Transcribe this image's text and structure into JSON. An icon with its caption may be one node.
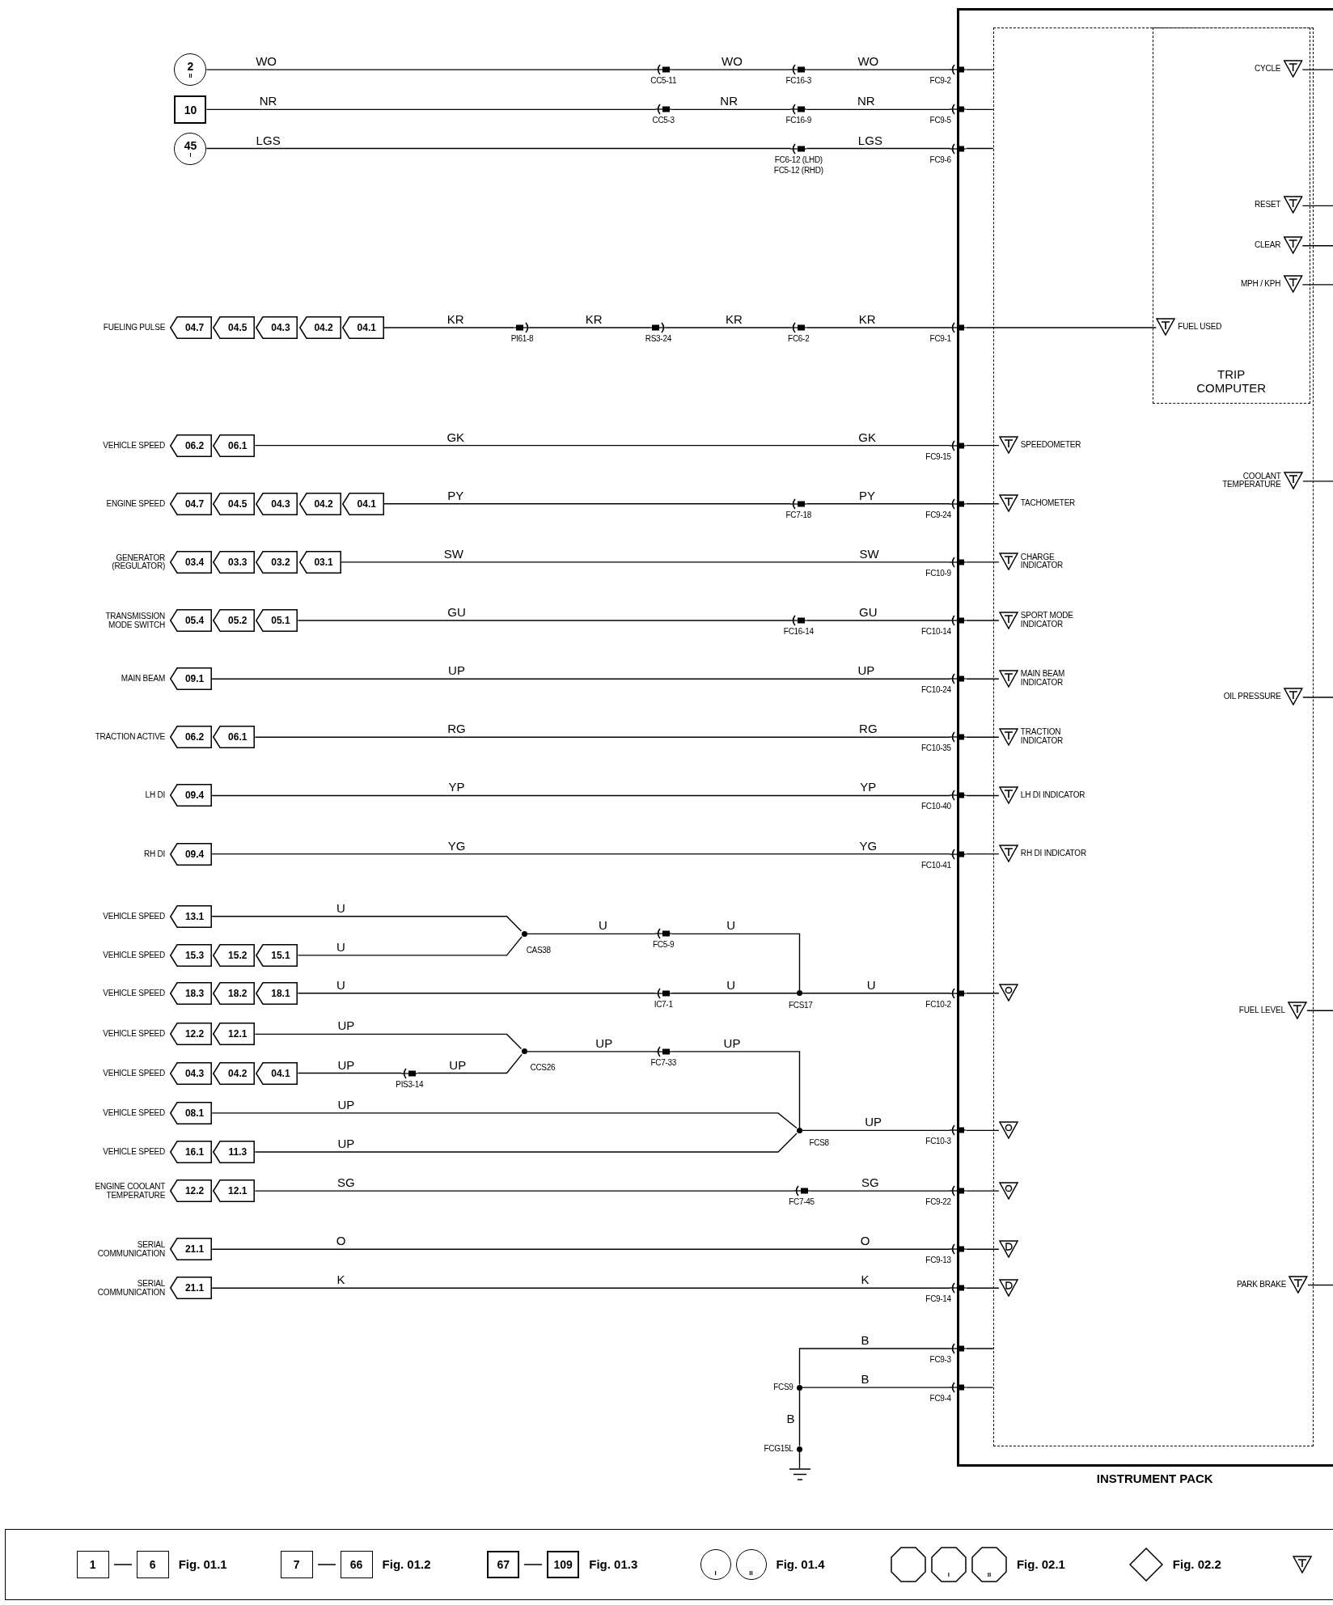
{
  "diagram": {
    "nodes": [
      {
        "text": [
          "INSTRUMENT PACK"
        ]
      },
      {
        "text": [],
        "shape": "box",
        "in": 0
      },
      {
        "text": [
          "TRIP COMPUTER"
        ],
        "in": 1
      },
      {
        "text": [
          "CYCLE"
        ],
        "in": 2
      },
      {
        "text": [
          "RESET"
        ],
        "in": 2
      },
      {
        "text": [
          "CLEAR"
        ],
        "in": 2
      },
      {
        "text": [
          "MPH / KPH"
        ],
        "in": 2
      },
      {
        "text": [
          "FUEL USED"
        ],
        "in": 2
      },
      {
        "text": [
          "COOLANT TEMPERATURE"
        ],
        "in": 1
      },
      {
        "text": [
          "OIL PRESSURE"
        ],
        "in": 1
      },
      {
        "text": [
          "FUEL LEVEL"
        ],
        "in": 1
      },
      {
        "text": [
          "PARK BRAKE"
        ],
        "in": 1
      },
      {
        "text": [
          "SPEEDOMETER"
        ],
        "in": 1
      },
      {
        "text": [
          "TACHOMETER"
        ],
        "in": 1
      },
      {
        "text": [
          "CHARGE INDICATOR"
        ],
        "in": 1
      },
      {
        "text": [
          "SPORT MODE INDICATOR"
        ],
        "in": 1
      },
      {
        "text": [
          "MAIN BEAM INDICATOR"
        ],
        "in": 1
      },
      {
        "text": [
          "TRACTION INDICATOR"
        ],
        "in": 1
      },
      {
        "text": [
          "LH DI INDICATOR"
        ],
        "in": 1
      },
      {
        "text": [
          "RH DI INDICATOR"
        ],
        "in": 1
      },
      {
        "text": [],
        "shape": "triangle",
        "in": 1
      },
      {
        "text": [],
        "shape": "triangle",
        "in": 1
      },
      {
        "text": [],
        "shape": "triangle",
        "in": 1
      },
      {
        "text": [],
        "shape": "triangle",
        "in": 1
      },
      {
        "text": [],
        "shape": "triangle",
        "in": 1
      },
      {
        "text": [],
        "shape": "connector",
        "beside": [
          "FC9-2"
        ]
      },
      {
        "text": [],
        "shape": "connector",
        "beside": [
          "FC9-5"
        ]
      },
      {
        "text": [],
        "shape": "connector",
        "beside": [
          "FC9-6"
        ]
      },
      {
        "text": [],
        "shape": "connector",
        "beside": [
          "FC9-1"
        ]
      },
      {
        "text": [],
        "shape": "connector",
        "beside": [
          "FC9-15"
        ]
      },
      {
        "text": [],
        "shape": "connector",
        "beside": [
          "FC9-24"
        ]
      },
      {
        "text": [],
        "shape": "connector",
        "beside": [
          "FC10-9"
        ]
      },
      {
        "text": [],
        "shape": "connector",
        "beside": [
          "FC10-14"
        ]
      },
      {
        "text": [],
        "shape": "connector",
        "beside": [
          "FC10-24"
        ]
      },
      {
        "text": [],
        "shape": "connector",
        "beside": [
          "FC10-35"
        ]
      },
      {
        "text": [],
        "shape": "connector",
        "beside": [
          "FC10-40"
        ]
      },
      {
        "text": [],
        "shape": "connector",
        "beside": [
          "FC10-41"
        ]
      },
      {
        "text": [],
        "shape": "connector",
        "beside": [
          "FC10-2"
        ]
      },
      {
        "text": [],
        "shape": "connector",
        "beside": [
          "FC10-3"
        ]
      },
      {
        "text": [],
        "shape": "connector",
        "beside": [
          "FC9-22"
        ]
      },
      {
        "text": [],
        "shape": "connector",
        "beside": [
          "FC9-13"
        ]
      },
      {
        "text": [],
        "shape": "connector",
        "beside": [
          "FC9-14"
        ]
      },
      {
        "text": [],
        "shape": "connector",
        "beside": [
          "FC9-3"
        ]
      },
      {
        "text": [],
        "shape": "connector",
        "beside": [
          "FC9-4"
        ]
      },
      {
        "text": [
          "2",
          "II"
        ]
      },
      {
        "text": [],
        "shape": "connector",
        "beside": [
          "CC5-11"
        ]
      },
      {
        "text": [],
        "shape": "connector",
        "beside": [
          "FC16-3"
        ]
      },
      {
        "text": [
          "10"
        ]
      },
      {
        "text": [],
        "shape": "connector",
        "beside": [
          "CC5-3"
        ]
      },
      {
        "text": [],
        "shape": "connector",
        "beside": [
          "FC16-9"
        ]
      },
      {
        "text": [
          "45",
          "I"
        ]
      },
      {
        "text": [],
        "shape": "connector",
        "beside": [
          "FC6-12 (LHD)",
          "FC5-12 (RHD)"
        ]
      },
      {
        "text": [
          "04.7"
        ],
        "beside": [
          "FUELING PULSE"
        ]
      },
      {
        "text": [
          "04.5"
        ]
      },
      {
        "text": [
          "04.3"
        ]
      },
      {
        "text": [
          "04.2"
        ]
      },
      {
        "text": [
          "04.1"
        ]
      },
      {
        "text": [],
        "shape": "connector",
        "beside": [
          "PI61-8"
        ]
      },
      {
        "text": [],
        "shape": "connector",
        "beside": [
          "RS3-24"
        ]
      },
      {
        "text": [],
        "shape": "connector",
        "beside": [
          "FC6-2"
        ]
      },
      {
        "text": [
          "06.2"
        ],
        "beside": [
          "VEHICLE SPEED"
        ]
      },
      {
        "text": [
          "06.1"
        ]
      },
      {
        "text": [
          "04.7"
        ],
        "beside": [
          "ENGINE SPEED"
        ]
      },
      {
        "text": [
          "04.5"
        ]
      },
      {
        "text": [
          "04.3"
        ]
      },
      {
        "text": [
          "04.2"
        ]
      },
      {
        "text": [
          "04.1"
        ]
      },
      {
        "text": [],
        "shape": "connector",
        "beside": [
          "FC7-18"
        ]
      },
      {
        "text": [
          "03.4"
        ],
        "beside": [
          "GENERATOR (REGULATOR)"
        ]
      },
      {
        "text": [
          "03.3"
        ]
      },
      {
        "text": [
          "03.2"
        ]
      },
      {
        "text": [
          "03.1"
        ]
      },
      {
        "text": [
          "05.4"
        ],
        "beside": [
          "TRANSMISSION MODE SWITCH"
        ]
      },
      {
        "text": [
          "05.2"
        ]
      },
      {
        "text": [
          "05.1"
        ]
      },
      {
        "text": [],
        "shape": "connector",
        "beside": [
          "FC16-14"
        ]
      },
      {
        "text": [
          "09.1"
        ],
        "beside": [
          "MAIN BEAM"
        ]
      },
      {
        "text": [
          "06.2"
        ],
        "beside": [
          "TRACTION ACTIVE"
        ]
      },
      {
        "text": [
          "06.1"
        ]
      },
      {
        "text": [
          "09.4"
        ],
        "beside": [
          "LH DI"
        ]
      },
      {
        "text": [
          "09.4"
        ],
        "beside": [
          "RH DI"
        ]
      },
      {
        "text": [
          "13.1"
        ],
        "beside": [
          "VEHICLE SPEED"
        ]
      },
      {
        "text": [
          "15.3"
        ],
        "beside": [
          "VEHICLE SPEED"
        ]
      },
      {
        "text": [
          "15.2"
        ]
      },
      {
        "text": [
          "15.1"
        ]
      },
      {
        "text": [],
        "shape": "dot",
        "beside": [
          "CAS38"
        ]
      },
      {
        "text": [],
        "shape": "connector",
        "beside": [
          "FC5-9"
        ]
      },
      {
        "text": [
          "18.3"
        ],
        "beside": [
          "VEHICLE SPEED"
        ]
      },
      {
        "text": [
          "18.2"
        ]
      },
      {
        "text": [
          "18.1"
        ]
      },
      {
        "text": [],
        "shape": "connector",
        "beside": [
          "IC7-1"
        ]
      },
      {
        "text": [],
        "shape": "dot",
        "beside": [
          "FCS17"
        ]
      },
      {
        "text": [
          "12.2"
        ],
        "beside": [
          "VEHICLE SPEED"
        ]
      },
      {
        "text": [
          "12.1"
        ]
      },
      {
        "text": [
          "04.3"
        ],
        "beside": [
          "VEHICLE SPEED"
        ]
      },
      {
        "text": [
          "04.2"
        ]
      },
      {
        "text": [
          "04.1"
        ]
      },
      {
        "text": [],
        "shape": "connector",
        "beside": [
          "PIS3-14"
        ]
      },
      {
        "text": [],
        "shape": "dot",
        "beside": [
          "CCS26"
        ]
      },
      {
        "text": [],
        "shape": "connector",
        "beside": [
          "FC7-33"
        ]
      },
      {
        "text": [
          "08.1"
        ],
        "beside": [
          "VEHICLE SPEED"
        ]
      },
      {
        "text": [
          "16.1"
        ],
        "beside": [
          "VEHICLE SPEED"
        ]
      },
      {
        "text": [
          "11.3"
        ]
      },
      {
        "text": [],
        "shape": "dot",
        "beside": [
          "FCS8"
        ]
      },
      {
        "text": [
          "12.2"
        ],
        "beside": [
          "ENGINE COOLANT TEMPERATURE"
        ]
      },
      {
        "text": [
          "12.1"
        ]
      },
      {
        "text": [],
        "shape": "connector",
        "beside": [
          "FC7-45"
        ]
      },
      {
        "text": [
          "21.1"
        ],
        "beside": [
          "SERIAL COMMUNICATION"
        ]
      },
      {
        "text": [
          "21.1"
        ],
        "beside": [
          "SERIAL COMMUNICATION"
        ]
      },
      {
        "text": [],
        "shape": "dot",
        "beside": [
          "FCS9"
        ]
      },
      {
        "text": [],
        "shape": "dot",
        "beside": [
          "FCG15L"
        ]
      },
      {
        "text": [],
        "shape": "ground"
      }
    ],
    "edges": [
      {
        "from": 44,
        "to": 45,
        "arrow": "none",
        "label": "WO"
      },
      {
        "from": 45,
        "to": 46,
        "arrow": "none",
        "label": "WO"
      },
      {
        "from": 46,
        "to": 25,
        "arrow": "none",
        "label": "WO"
      },
      {
        "from": 25,
        "to": 1,
        "arrow": "none"
      },
      {
        "from": 47,
        "to": 48,
        "arrow": "none",
        "label": "NR"
      },
      {
        "from": 48,
        "to": 49,
        "arrow": "none",
        "label": "NR"
      },
      {
        "from": 49,
        "to": 26,
        "arrow": "none",
        "label": "NR"
      },
      {
        "from": 26,
        "to": 1,
        "arrow": "none"
      },
      {
        "from": 50,
        "to": 51,
        "arrow": "none",
        "label": "LGS"
      },
      {
        "from": 51,
        "to": 27,
        "arrow": "none",
        "label": "LGS"
      },
      {
        "from": 27,
        "to": 1,
        "arrow": "none"
      },
      {
        "from": 56,
        "to": 57,
        "arrow": "none",
        "label": "KR"
      },
      {
        "from": 57,
        "to": 58,
        "arrow": "none",
        "label": "KR"
      },
      {
        "from": 58,
        "to": 59,
        "arrow": "none",
        "label": "KR"
      },
      {
        "from": 59,
        "to": 28,
        "arrow": "none",
        "label": "KR"
      },
      {
        "from": 28,
        "to": 7,
        "arrow": "none"
      },
      {
        "from": 61,
        "to": 29,
        "arrow": "none",
        "label": "GK"
      },
      {
        "from": 29,
        "to": 12,
        "arrow": "none"
      },
      {
        "from": 66,
        "to": 67,
        "arrow": "none",
        "label": "PY"
      },
      {
        "from": 67,
        "to": 30,
        "arrow": "none",
        "label": "PY"
      },
      {
        "from": 30,
        "to": 13,
        "arrow": "none"
      },
      {
        "from": 71,
        "to": 31,
        "arrow": "none",
        "label": "SW"
      },
      {
        "from": 31,
        "to": 14,
        "arrow": "none"
      },
      {
        "from": 74,
        "to": 75,
        "arrow": "none",
        "label": "GU"
      },
      {
        "from": 75,
        "to": 32,
        "arrow": "none",
        "label": "GU"
      },
      {
        "from": 32,
        "to": 15,
        "arrow": "none"
      },
      {
        "from": 76,
        "to": 33,
        "arrow": "none",
        "label": "UP"
      },
      {
        "from": 33,
        "to": 16,
        "arrow": "none"
      },
      {
        "from": 78,
        "to": 34,
        "arrow": "none",
        "label": "RG"
      },
      {
        "from": 34,
        "to": 17,
        "arrow": "none"
      },
      {
        "from": 79,
        "to": 35,
        "arrow": "none",
        "label": "YP"
      },
      {
        "from": 35,
        "to": 18,
        "arrow": "none"
      },
      {
        "from": 80,
        "to": 36,
        "arrow": "none",
        "label": "YG"
      },
      {
        "from": 36,
        "to": 19,
        "arrow": "none"
      },
      {
        "from": 81,
        "to": 85,
        "arrow": "none",
        "label": "U"
      },
      {
        "from": 84,
        "to": 85,
        "arrow": "none",
        "label": "U"
      },
      {
        "from": 85,
        "to": 86,
        "arrow": "none",
        "label": "U"
      },
      {
        "from": 86,
        "to": 91,
        "arrow": "none",
        "label": "U"
      },
      {
        "from": 89,
        "to": 90,
        "arrow": "none",
        "label": "U"
      },
      {
        "from": 90,
        "to": 91,
        "arrow": "none",
        "label": "U"
      },
      {
        "from": 91,
        "to": 37,
        "arrow": "none",
        "label": "U"
      },
      {
        "from": 37,
        "to": 20,
        "arrow": "none"
      },
      {
        "from": 93,
        "to": 98,
        "arrow": "none",
        "label": "UP"
      },
      {
        "from": 96,
        "to": 97,
        "arrow": "none",
        "label": "UP"
      },
      {
        "from": 97,
        "to": 98,
        "arrow": "none",
        "label": "UP"
      },
      {
        "from": 98,
        "to": 99,
        "arrow": "none",
        "label": "UP"
      },
      {
        "from": 99,
        "to": 103,
        "arrow": "none",
        "label": "UP"
      },
      {
        "from": 100,
        "to": 103,
        "arrow": "none",
        "label": "UP"
      },
      {
        "from": 102,
        "to": 103,
        "arrow": "none",
        "label": "UP"
      },
      {
        "from": 103,
        "to": 38,
        "arrow": "none",
        "label": "UP"
      },
      {
        "from": 38,
        "to": 21,
        "arrow": "none"
      },
      {
        "from": 105,
        "to": 106,
        "arrow": "none",
        "label": "SG"
      },
      {
        "from": 106,
        "to": 39,
        "arrow": "none",
        "label": "SG"
      },
      {
        "from": 39,
        "to": 22,
        "arrow": "none"
      },
      {
        "from": 107,
        "to": 40,
        "arrow": "none",
        "label": "O"
      },
      {
        "from": 40,
        "to": 23,
        "arrow": "none"
      },
      {
        "from": 108,
        "to": 41,
        "arrow": "none",
        "label": "K"
      },
      {
        "from": 41,
        "to": 24,
        "arrow": "none"
      },
      {
        "from": 109,
        "to": 42,
        "arrow": "none",
        "label": "B"
      },
      {
        "from": 109,
        "to": 43,
        "arrow": "none",
        "label": "B"
      },
      {
        "from": 109,
        "to": 110,
        "arrow": "none",
        "label": "B"
      },
      {
        "from": 110,
        "to": 111,
        "arrow": "none"
      },
      {
        "from": 42,
        "to": 1,
        "arrow": "none"
      },
      {
        "from": 43,
        "to": 1,
        "arrow": "none"
      },
      {
        "from": 3,
        "to": null,
        "arrow": "none"
      },
      {
        "from": 4,
        "to": null,
        "arrow": "none"
      },
      {
        "from": 5,
        "to": null,
        "arrow": "none"
      },
      {
        "from": 6,
        "to": null,
        "arrow": "none"
      },
      {
        "from": 8,
        "to": null,
        "arrow": "none"
      },
      {
        "from": 9,
        "to": null,
        "arrow": "none"
      },
      {
        "from": 10,
        "to": null,
        "arrow": "none"
      },
      {
        "from": 11,
        "to": null,
        "arrow": "none"
      }
    ],
    "labels": [
      "GK",
      "SW",
      "UP",
      "RG",
      "YP",
      "YG",
      "O",
      "K",
      "1",
      "6",
      "7",
      "66",
      "67",
      "109",
      "I",
      "II",
      "I",
      "II"
    ],
    "legend": [
      {
        "text": "Fig. 01.1"
      },
      {
        "text": "Fig. 01.2"
      },
      {
        "text": "Fig. 01.3"
      },
      {
        "text": "Fig. 01.4"
      },
      {
        "text": "Fig. 02.1"
      },
      {
        "text": "Fig. 02.2"
      }
    ]
  }
}
